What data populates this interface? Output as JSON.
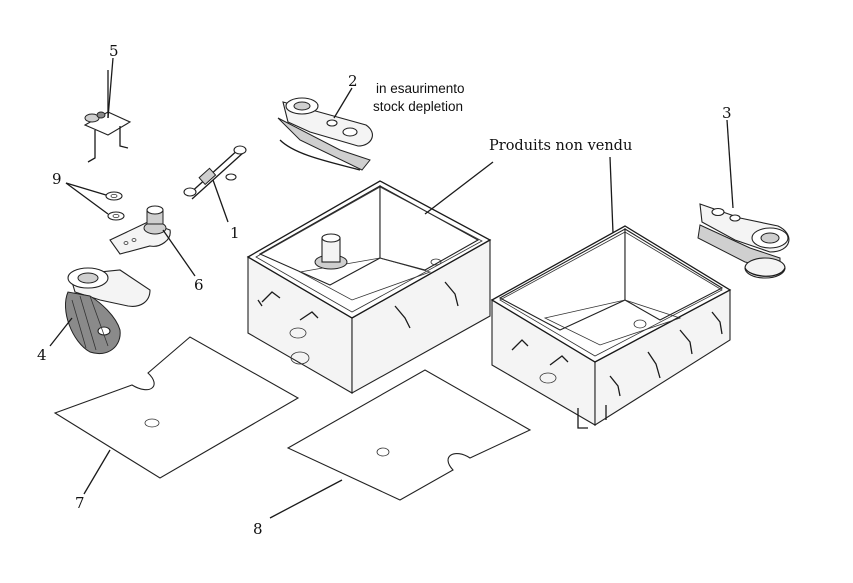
{
  "callouts": [
    {
      "id": "1",
      "label": "1"
    },
    {
      "id": "2",
      "label": "2"
    },
    {
      "id": "3",
      "label": "3"
    },
    {
      "id": "4",
      "label": "4"
    },
    {
      "id": "5",
      "label": "5"
    },
    {
      "id": "6",
      "label": "6"
    },
    {
      "id": "7",
      "label": "7"
    },
    {
      "id": "8",
      "label": "8"
    },
    {
      "id": "9",
      "label": "9"
    }
  ],
  "notes": {
    "part2_line1": "in esaurimento",
    "part2_line2": "stock depletion",
    "box_note": "Produits non vendu"
  }
}
